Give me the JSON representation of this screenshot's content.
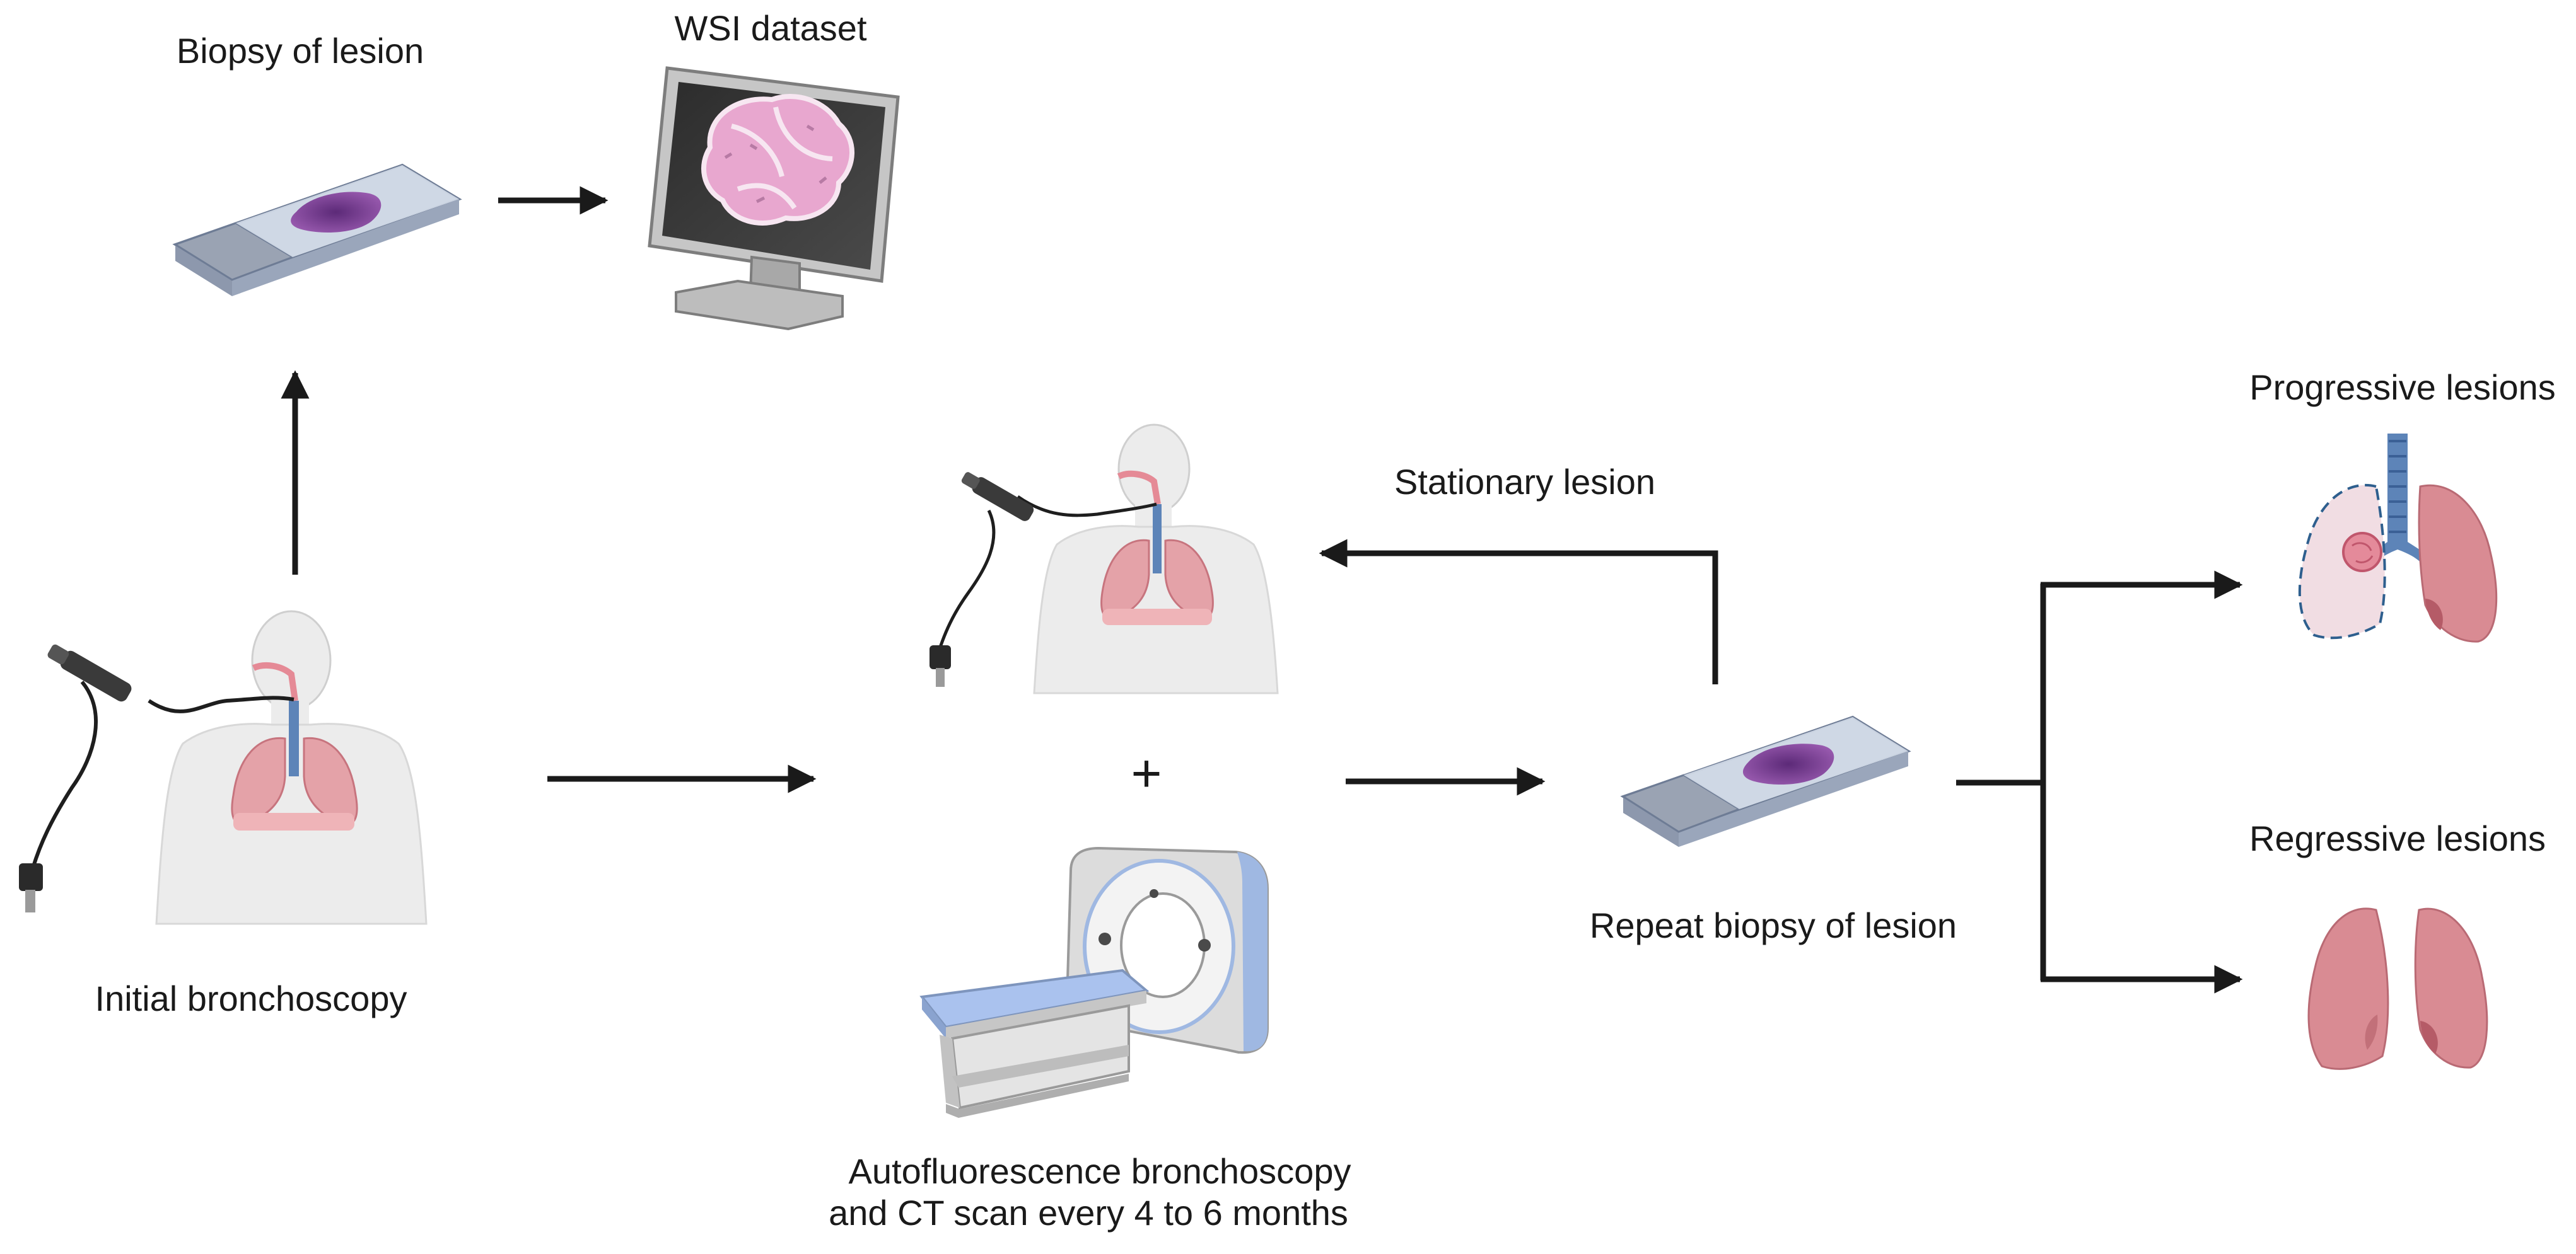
{
  "labels": {
    "biopsy": "Biopsy of lesion",
    "wsi": "WSI dataset",
    "initial": "Initial bronchoscopy",
    "stationary": "Stationary lesion",
    "plus": "+",
    "af_line1": "Autofluorescence  bronchoscopy",
    "af_line2": "and CT scan every 4 to 6 months",
    "repeat": "Repeat biopsy of lesion",
    "progressive": "Progressive lesions",
    "regressive": "Regressive lesions"
  },
  "colors": {
    "arrow": "#1a1a1a",
    "tissue": "#7a3b8e",
    "slide": "#c5cfe0",
    "lung": "#d98b93",
    "lesion": "#e48a9a",
    "trachea": "#5d84b8",
    "body": "#ececec",
    "histology": "#e8a7cf"
  }
}
